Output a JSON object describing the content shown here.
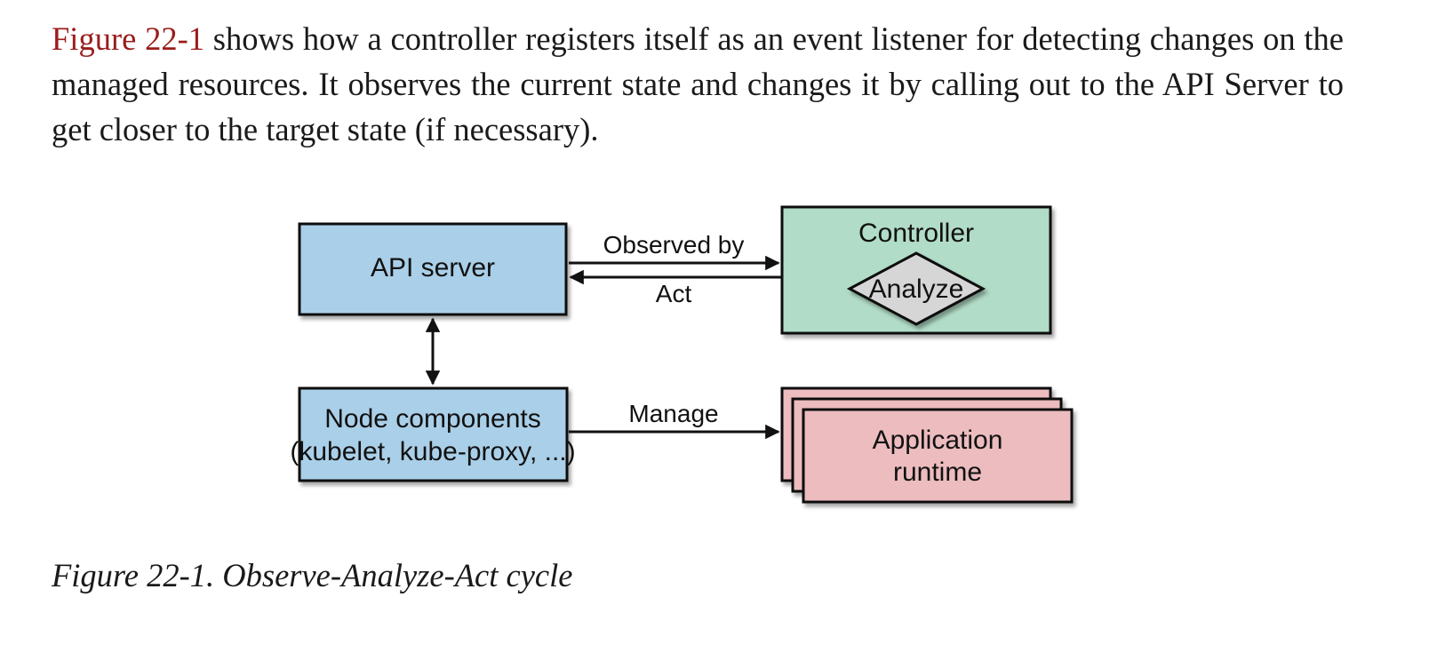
{
  "paragraph": {
    "figure_ref": "Figure 22-1",
    "text": " shows how a controller registers itself as an event listener for detecting changes on the managed resources. It observes the current state and changes it by calling out to the API Server to get closer to the target state (if necessary)."
  },
  "diagram": {
    "nodes": {
      "api_server": "API server",
      "controller": "Controller",
      "analyze": "Analyze",
      "node_components_line1": "Node components",
      "node_components_line2": "(kubelet, kube-proxy, ...)",
      "app_runtime_line1": "Application",
      "app_runtime_line2": "runtime"
    },
    "edges": {
      "observed_by": "Observed by",
      "act": "Act",
      "manage": "Manage"
    },
    "colors": {
      "api_box": "#aacfe8",
      "controller_box": "#b1dcc7",
      "analyze_diamond": "#d6d6d6",
      "runtime_box": "#ecbcbf",
      "stroke": "#111111"
    }
  },
  "caption": "Figure 22-1. Observe-Analyze-Act cycle"
}
